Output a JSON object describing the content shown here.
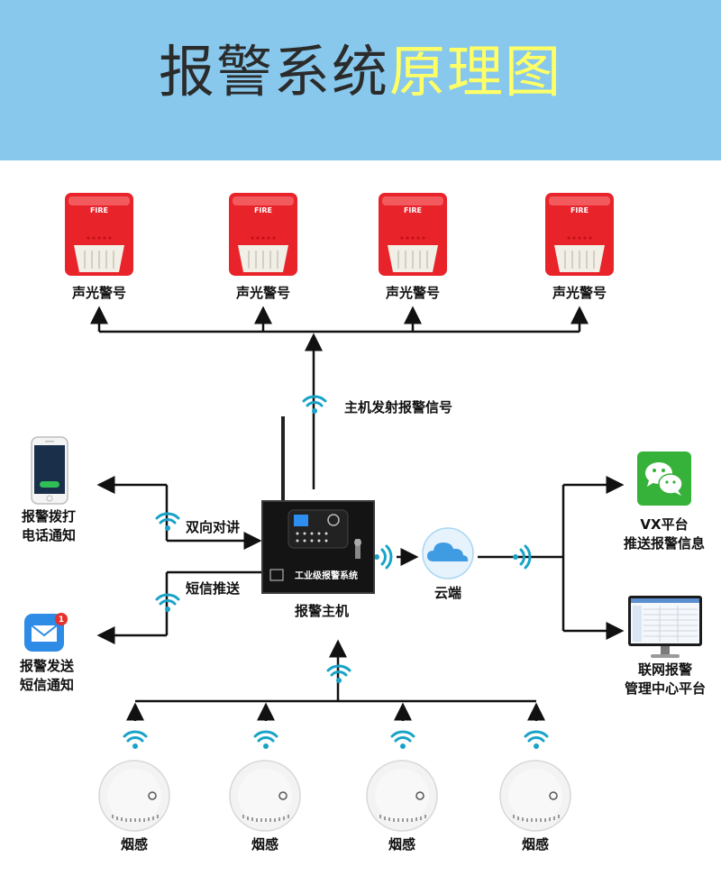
{
  "title": {
    "part1": "报警系统",
    "part2": "原理图"
  },
  "colors": {
    "header_bg": "#87c8ec",
    "title_dark": "#2b2b2b",
    "title_accent": "#ffff66",
    "wifi": "#17a3c8",
    "siren_red": "#e8232a",
    "wechat_green": "#36b23a"
  },
  "sirens": [
    {
      "label": "声光警号",
      "face_text": "FIRE"
    },
    {
      "label": "声光警号",
      "face_text": "FIRE"
    },
    {
      "label": "声光警号",
      "face_text": "FIRE"
    },
    {
      "label": "声光警号",
      "face_text": "FIRE"
    }
  ],
  "host": {
    "label": "报警主机",
    "panel_text": "工业级报警系统",
    "signal_label": "主机发射报警信号"
  },
  "phone": {
    "label_line1": "报警拨打",
    "label_line2": "电话通知",
    "link_label": "双向对讲"
  },
  "sms": {
    "label_line1": "报警发送",
    "label_line2": "短信通知",
    "link_label": "短信推送",
    "badge": "1"
  },
  "cloud": {
    "label": "云端"
  },
  "wechat": {
    "label_line1": "VX平台",
    "label_line2": "推送报警信息"
  },
  "center": {
    "label_line1": "联网报警",
    "label_line2": "管理中心平台"
  },
  "detectors": [
    {
      "label": "烟感"
    },
    {
      "label": "烟感"
    },
    {
      "label": "烟感"
    },
    {
      "label": "烟感"
    }
  ]
}
